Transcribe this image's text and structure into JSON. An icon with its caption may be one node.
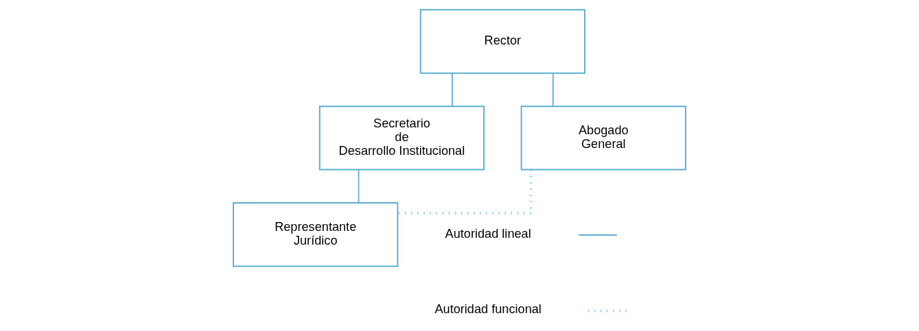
{
  "diagram": {
    "nodes": [
      {
        "text": [
          "Rector"
        ]
      },
      {
        "text": [
          "Secretario de Desarrollo Institucional"
        ]
      },
      {
        "text": [
          "Abogado General"
        ]
      },
      {
        "text": [
          "Representante Jurídico"
        ]
      }
    ],
    "edges": [
      {
        "from": 0,
        "to": 1,
        "arrow": "none"
      },
      {
        "from": 0,
        "to": 2,
        "arrow": "none"
      },
      {
        "from": 1,
        "to": 3,
        "arrow": "none"
      },
      {
        "from": 2,
        "to": 3,
        "arrow": "none",
        "style": "dashed",
        "color": "#8ccbe6"
      }
    ],
    "legend": [
      {
        "text": "Autoridad lineal"
      },
      {
        "text": "Autoridad funcional"
      }
    ]
  }
}
